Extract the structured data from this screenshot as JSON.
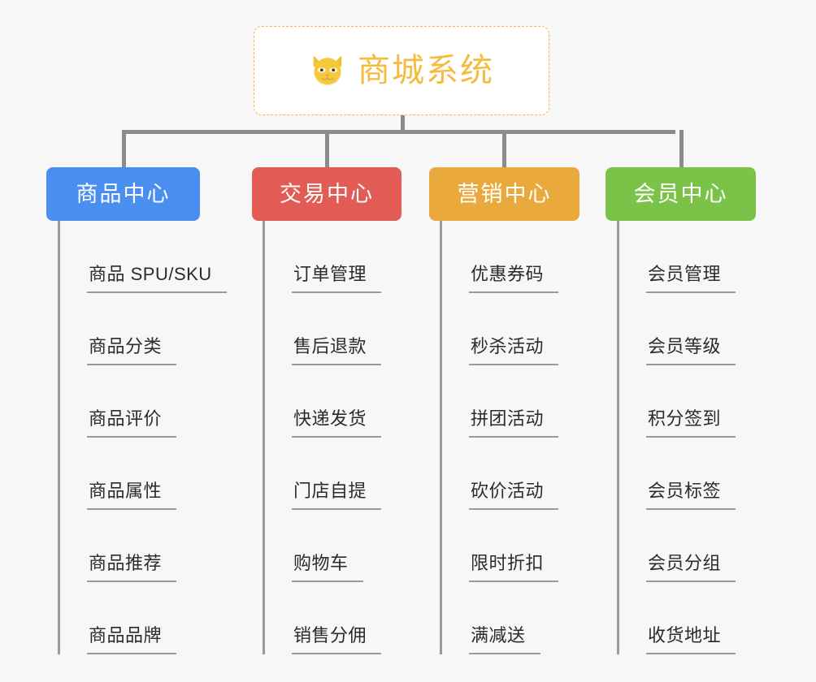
{
  "diagram": {
    "background_color": "#f7f7f7",
    "root": {
      "title": "商城系统",
      "icon": "shiba-dog-face-icon",
      "border_color": "#f0b840",
      "text_color": "#f5bb3c",
      "fill_color": "#ffffff"
    },
    "connector_color": "#8c8c8c",
    "columns": [
      {
        "id": "product-center",
        "label": "商品中心",
        "color": "#4a8ef0",
        "items": [
          "商品 SPU/SKU",
          "商品分类",
          "商品评价",
          "商品属性",
          "商品推荐",
          "商品品牌"
        ]
      },
      {
        "id": "trade-center",
        "label": "交易中心",
        "color": "#e35b55",
        "items": [
          "订单管理",
          "售后退款",
          "快递发货",
          "门店自提",
          "购物车",
          "销售分佣"
        ]
      },
      {
        "id": "marketing-center",
        "label": "营销中心",
        "color": "#eaa93c",
        "items": [
          "优惠券码",
          "秒杀活动",
          "拼团活动",
          "砍价活动",
          "限时折扣",
          "满减送"
        ]
      },
      {
        "id": "member-center",
        "label": "会员中心",
        "color": "#7ac348",
        "items": [
          "会员管理",
          "会员等级",
          "积分签到",
          "会员标签",
          "会员分组",
          "收货地址"
        ]
      }
    ]
  }
}
